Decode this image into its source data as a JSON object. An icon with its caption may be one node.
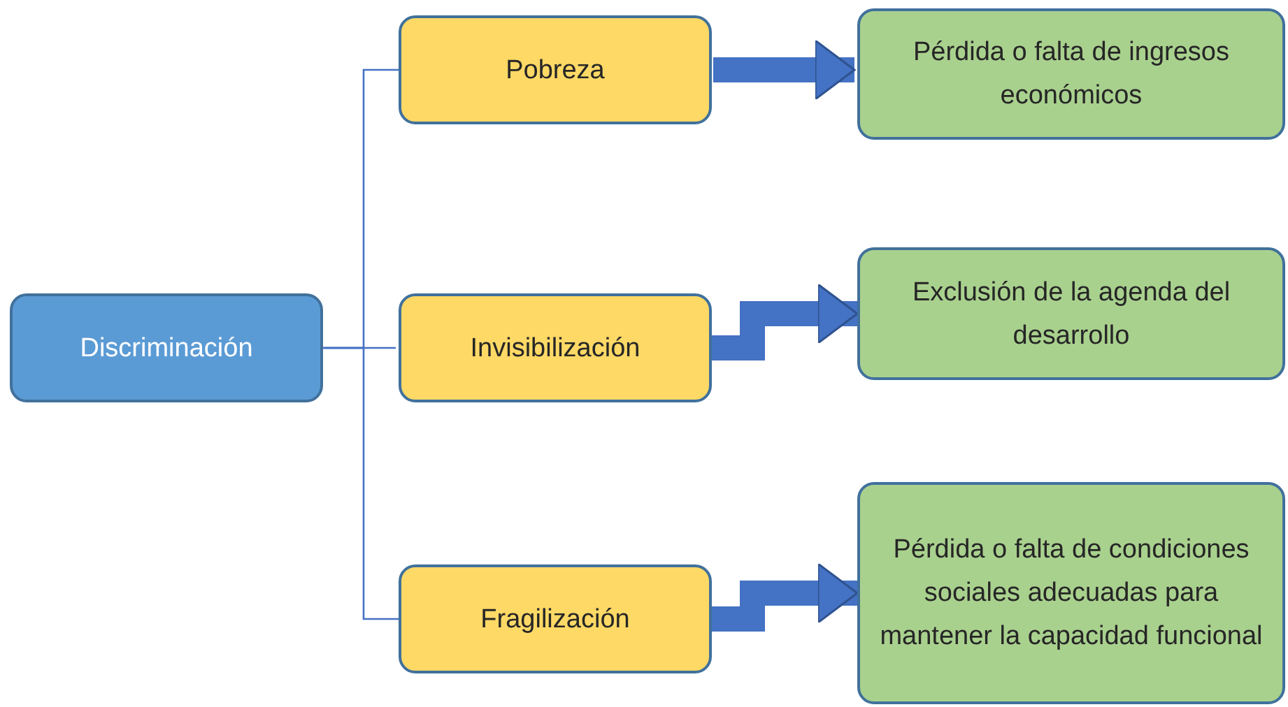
{
  "diagram": {
    "nodes": [
      {
        "text": [
          "Discriminación"
        ]
      },
      {
        "text": [
          "Pobreza"
        ]
      },
      {
        "text": [
          "Pérdida o falta de ingresos económicos"
        ]
      },
      {
        "text": [
          "Invisibilización"
        ]
      },
      {
        "text": [
          "Exclusión de la agenda del desarrollo"
        ]
      },
      {
        "text": [
          "Fragilización"
        ]
      },
      {
        "text": [
          "Pérdida o falta de condiciones sociales adecuadas para mantener la capacidad funcional"
        ]
      }
    ],
    "edges": [
      {
        "from": 0,
        "to": 1,
        "arrow": "none"
      },
      {
        "from": 0,
        "to": 3,
        "arrow": "none"
      },
      {
        "from": 0,
        "to": 5,
        "arrow": "none"
      },
      {
        "from": 1,
        "to": 2,
        "arrow": "to",
        "style": "thick"
      },
      {
        "from": 3,
        "to": 4,
        "arrow": "to",
        "style": "thick"
      },
      {
        "from": 5,
        "to": 6,
        "arrow": "to",
        "style": "thick"
      }
    ]
  }
}
